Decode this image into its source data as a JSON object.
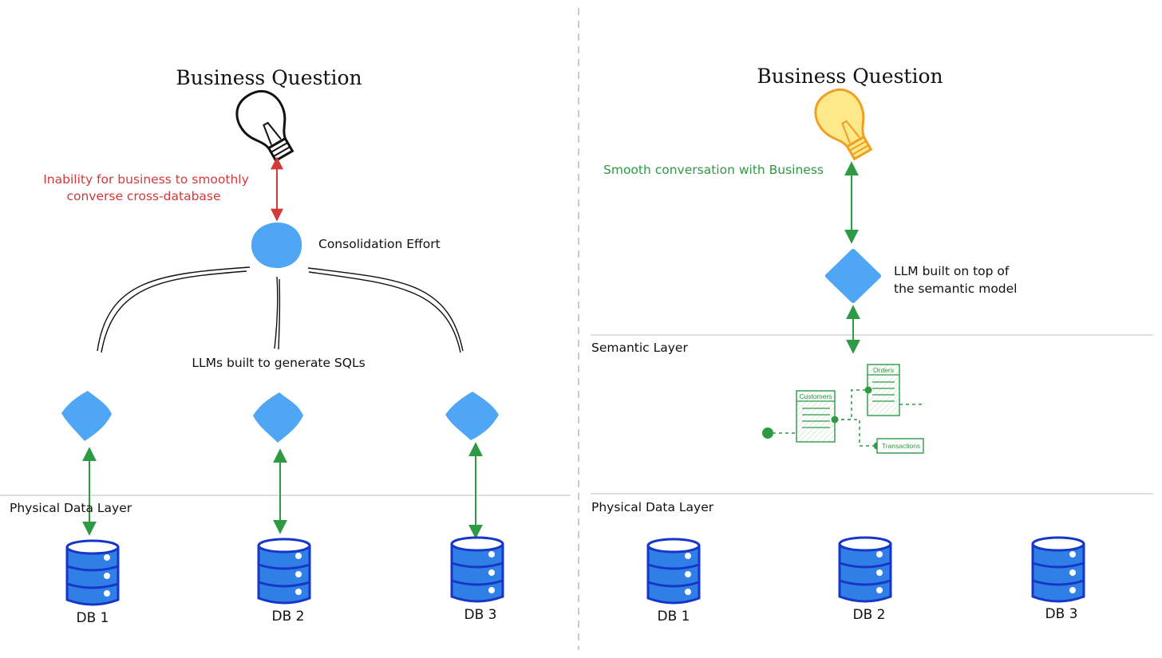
{
  "colors": {
    "blue_node": "#4ea6f5",
    "db_fill": "#2f7fe6",
    "db_stroke": "#1636c8",
    "green": "#2e9a44",
    "red": "#d23a3a",
    "bulb_yellow": "#fde98a",
    "bulb_orange": "#f0a020",
    "divider": "#cccccc"
  },
  "left": {
    "title": "Business Question",
    "problem_line1": "Inability for business to smoothly",
    "problem_line2": "converse cross-database",
    "consolidation_label": "Consolidation Effort",
    "llms_label": "LLMs built to generate SQLs",
    "physical_label": "Physical Data Layer",
    "databases": [
      "DB 1",
      "DB 2",
      "DB 3"
    ],
    "icons": [
      "lightbulb-icon",
      "database-icon"
    ]
  },
  "right": {
    "title": "Business Question",
    "smooth_label": "Smooth conversation with Business",
    "llm_line1": "LLM built on top of",
    "llm_line2": "the semantic model",
    "semantic_label": "Semantic Layer",
    "physical_label": "Physical Data Layer",
    "tables": [
      "Customers",
      "Orders",
      "Transactions"
    ],
    "databases": [
      "DB 1",
      "DB 2",
      "DB 3"
    ],
    "icons": [
      "lightbulb-icon",
      "database-icon",
      "table-icon"
    ]
  }
}
